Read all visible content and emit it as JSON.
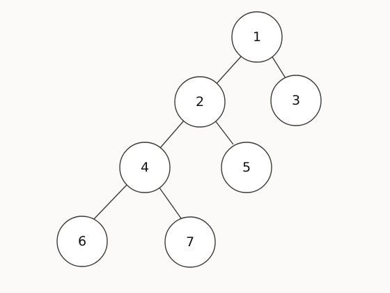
{
  "tree": {
    "nodes": [
      {
        "id": "1",
        "label": "1"
      },
      {
        "id": "2",
        "label": "2"
      },
      {
        "id": "3",
        "label": "3"
      },
      {
        "id": "4",
        "label": "4"
      },
      {
        "id": "5",
        "label": "5"
      },
      {
        "id": "6",
        "label": "6"
      },
      {
        "id": "7",
        "label": "7"
      }
    ],
    "edges": [
      {
        "from": "1",
        "to": "2"
      },
      {
        "from": "1",
        "to": "3"
      },
      {
        "from": "2",
        "to": "4"
      },
      {
        "from": "2",
        "to": "5"
      },
      {
        "from": "4",
        "to": "6"
      },
      {
        "from": "4",
        "to": "7"
      }
    ]
  }
}
